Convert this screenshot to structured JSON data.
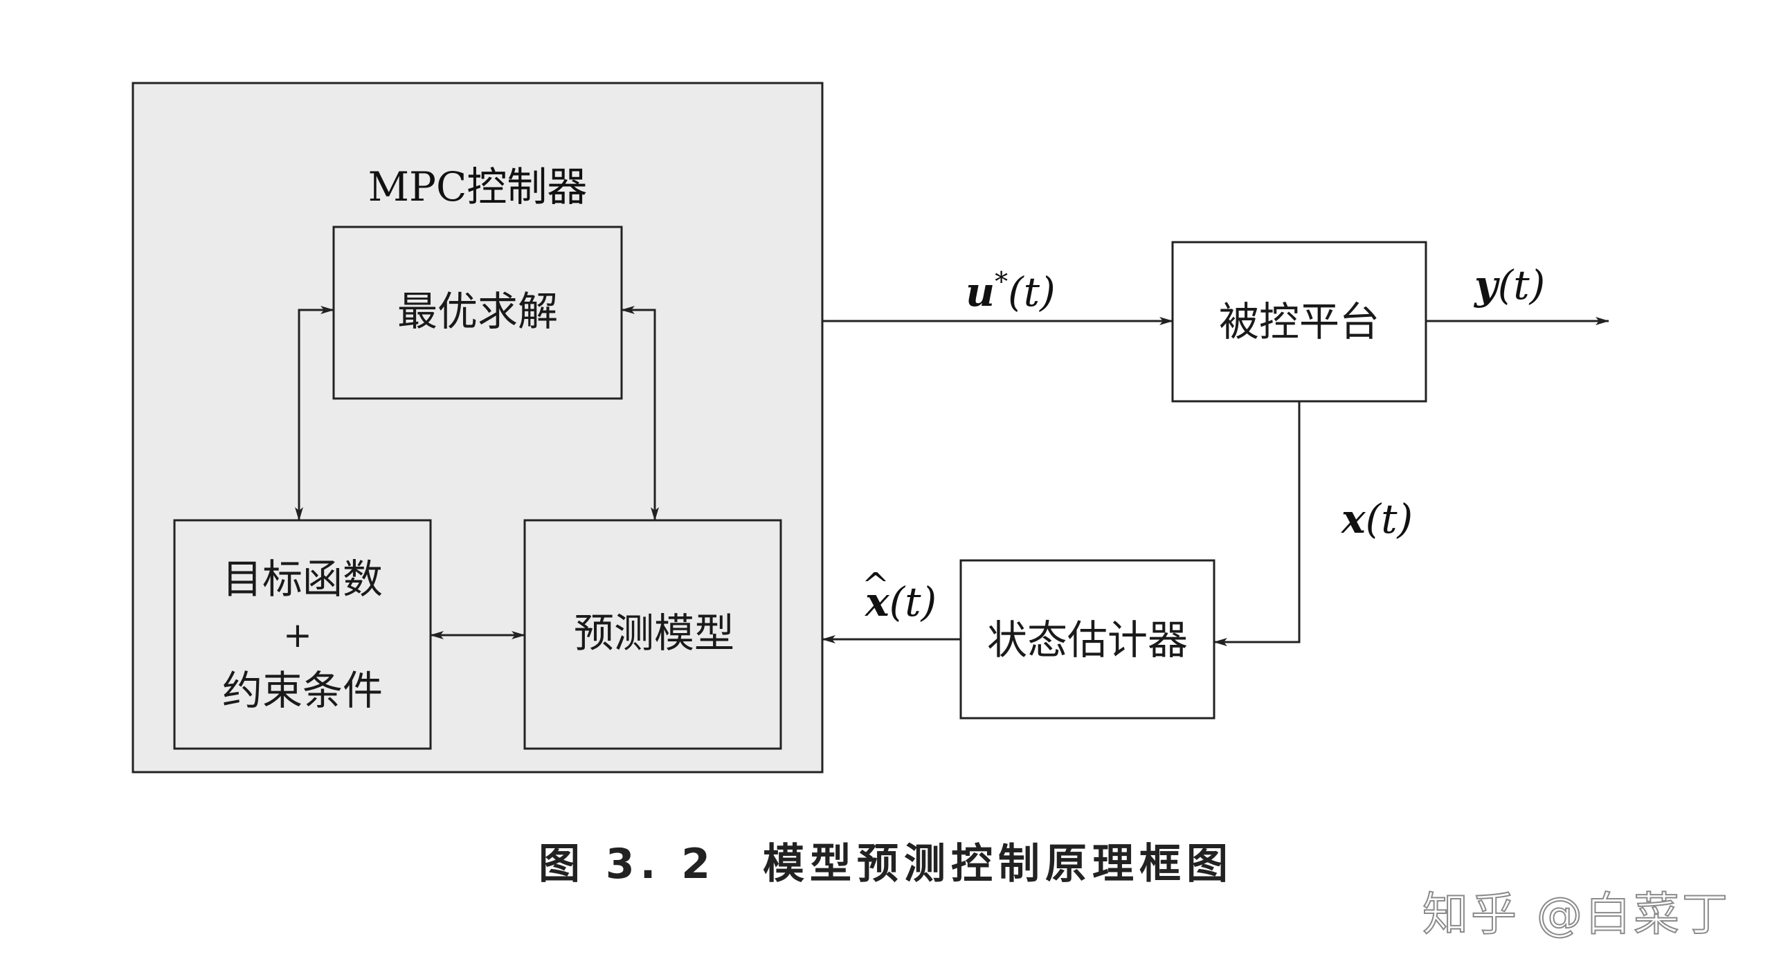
{
  "diagram": {
    "controller_title": "MPC控制器",
    "nodes": {
      "optimizer": "最优求解",
      "objective_line1": "目标函数",
      "objective_plus": "+",
      "objective_line2": "约束条件",
      "prediction_model": "预测模型",
      "plant": "被控平台",
      "state_estimator": "状态估计器"
    },
    "signals": {
      "u_base": "u",
      "u_star": "*",
      "u_arg": "(t)",
      "y_base": "y",
      "y_arg": "(t)",
      "x_base": "x",
      "x_arg": "(t)",
      "xhat_base": "x",
      "xhat_hat": "^",
      "xhat_arg": "(t)"
    }
  },
  "caption": "图 3. 2　模型预测控制原理框图",
  "watermark": "知乎 @白菜丁",
  "colors": {
    "controller_fill": "#ebebeb",
    "line": "#222222",
    "box_fill": "#ffffff"
  }
}
